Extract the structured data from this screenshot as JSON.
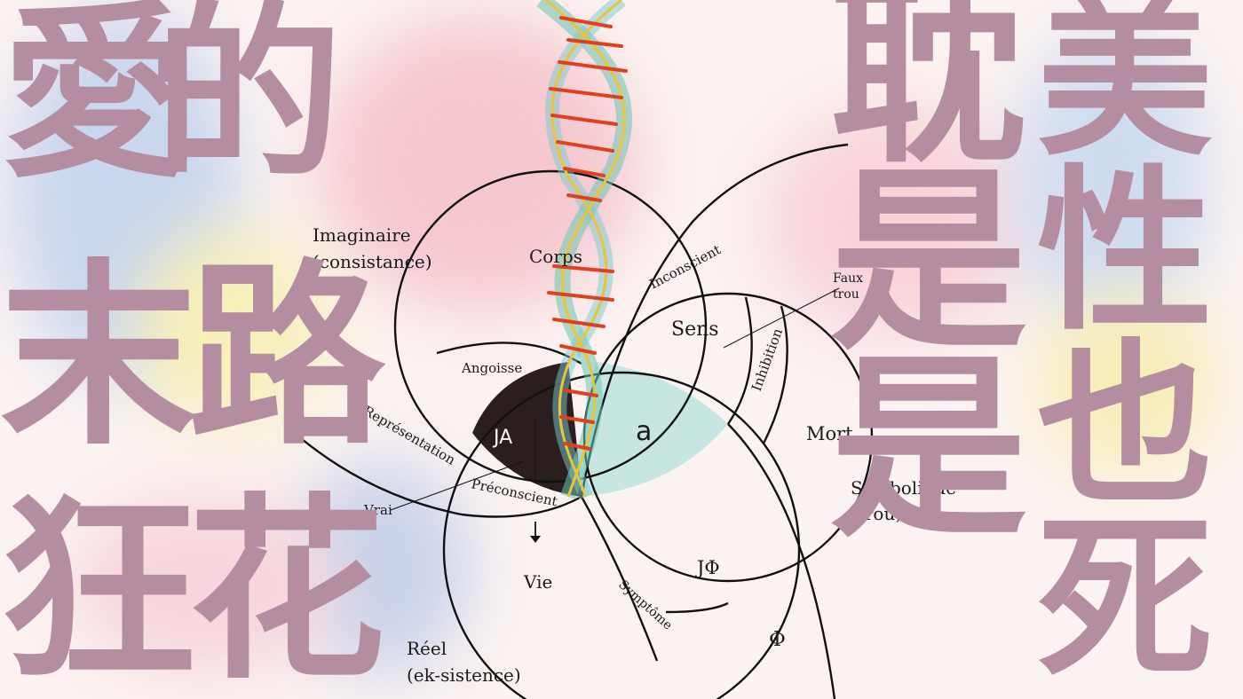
{
  "poster": {
    "left_lines": [
      "愛的",
      "末路",
      "狂花"
    ],
    "right_columns": [
      "耽是是",
      "美性也死"
    ]
  },
  "diagram": {
    "labels": {
      "imaginaire": "Imaginaire",
      "consistance": "(consistance)",
      "corps": "Corps",
      "inconscient": "Inconscient",
      "faux": "Faux",
      "trou": "trou",
      "sens": "Sens",
      "inhibition": "Inhibition",
      "angoisse": "Angoisse",
      "ja": "JA",
      "a": "a",
      "mort": "Mort",
      "representation": "Représentation",
      "preconscient": "Préconscient",
      "vrai": "Vrai",
      "symbolique": "Symbolique",
      "symbolique_trou": "(trou)",
      "vie": "Vie",
      "jphi": "JΦ",
      "symptome": "Symptôme",
      "phi": "Φ",
      "reel": "Réel",
      "ek_sistence": "(ek-sistence)"
    }
  },
  "colors": {
    "title_text": "#b48ea0",
    "object_a_fill": "#c7e6e1",
    "ja_fill": "#2b1e1e",
    "helix_teal": "#6cc4b3",
    "helix_red": "#e0401e",
    "helix_gold": "#e8c53a"
  }
}
